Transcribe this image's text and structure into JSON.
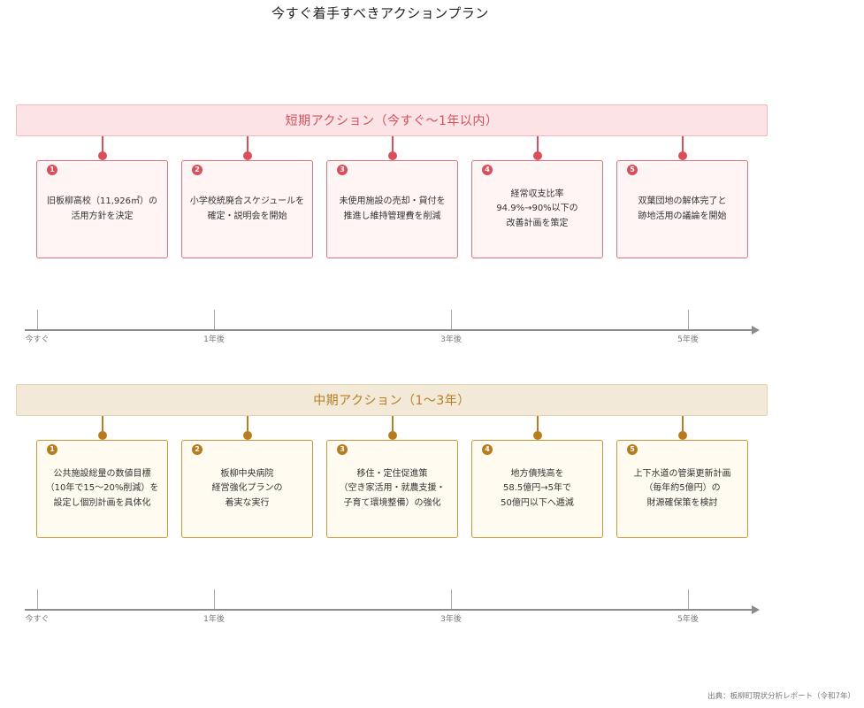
{
  "title": "今すぐ着手すべきアクションプラン",
  "colors": {
    "short_accent": "#d9505a",
    "mid_accent": "#b77c1f",
    "axis": "#8c8c8c"
  },
  "short_term": {
    "banner": "短期アクション（今すぐ〜1年以内）",
    "cards": [
      {
        "num": "1",
        "text": "旧板柳高校（11,926㎡）の\n活用方針を決定"
      },
      {
        "num": "2",
        "text": "小学校統廃合スケジュールを\n確定・説明会を開始"
      },
      {
        "num": "3",
        "text": "未使用施設の売却・貸付を\n推進し維持管理費を削減"
      },
      {
        "num": "4",
        "text": "経常収支比率\n94.9%→90%以下の\n改善計画を策定"
      },
      {
        "num": "5",
        "text": "双葉団地の解体完了と\n跡地活用の議論を開始"
      }
    ]
  },
  "mid_term": {
    "banner": "中期アクション（1〜3年）",
    "cards": [
      {
        "num": "1",
        "text": "公共施設総量の数値目標\n（10年で15〜20%削減）を\n設定し個別計画を具体化"
      },
      {
        "num": "2",
        "text": "板柳中央病院\n経営強化プランの\n着実な実行"
      },
      {
        "num": "3",
        "text": "移住・定住促進策\n（空き家活用・就農支援・\n子育て環境整備）の強化"
      },
      {
        "num": "4",
        "text": "地方債残高を\n58.5億円→5年で\n50億円以下へ逓減"
      },
      {
        "num": "5",
        "text": "上下水道の管渠更新計画\n（毎年約5億円）の\n財源確保策を検討"
      }
    ]
  },
  "timeline": {
    "labels": [
      "今すぐ",
      "1年後",
      "3年後",
      "5年後"
    ]
  },
  "source": "出典：板柳町現状分析レポート（令和7年）"
}
